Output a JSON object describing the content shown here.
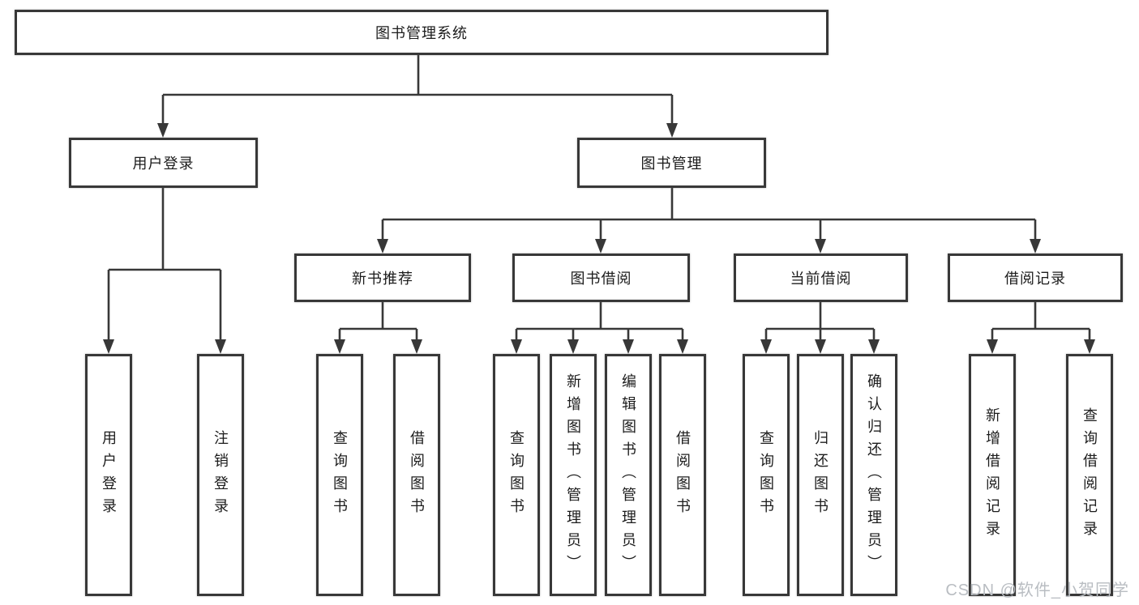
{
  "colors": {
    "line": "#383838",
    "text": "#1c1c1c",
    "watermark": "#b9bdc2"
  },
  "tree": {
    "label": "图书管理系统",
    "children": [
      {
        "label": "用户登录",
        "children": [
          {
            "label": "用户登录"
          },
          {
            "label": "注销登录"
          }
        ]
      },
      {
        "label": "图书管理",
        "children": [
          {
            "label": "新书推荐",
            "children": [
              {
                "label": "查询图书"
              },
              {
                "label": "借阅图书"
              }
            ]
          },
          {
            "label": "图书借阅",
            "children": [
              {
                "label": "查询图书"
              },
              {
                "label": "新增图书（管理员）"
              },
              {
                "label": "编辑图书（管理员）"
              },
              {
                "label": "借阅图书"
              }
            ]
          },
          {
            "label": "当前借阅",
            "children": [
              {
                "label": "查询图书"
              },
              {
                "label": "归还图书"
              },
              {
                "label": "确认归还（管理员）"
              }
            ]
          },
          {
            "label": "借阅记录",
            "children": [
              {
                "label": "新增借阅记录"
              },
              {
                "label": "查询借阅记录"
              }
            ]
          }
        ]
      }
    ]
  },
  "watermark": {
    "text": "CSDN @软件_小贺同学"
  }
}
